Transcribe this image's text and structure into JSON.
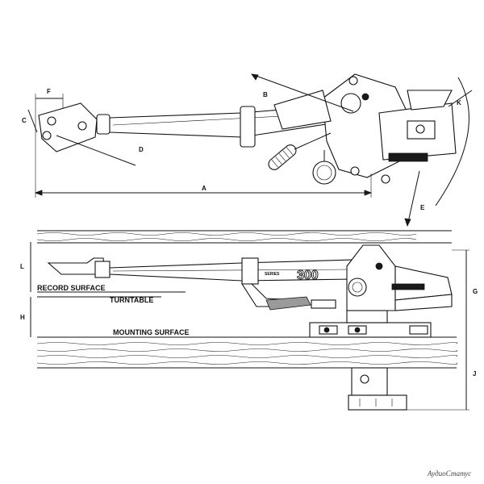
{
  "top_view": {
    "dimension_labels": [
      "A",
      "B",
      "C",
      "D",
      "E",
      "F",
      "K"
    ]
  },
  "side_view": {
    "dimension_labels": [
      "G",
      "H",
      "J",
      "L"
    ],
    "arm_marking": "300",
    "arm_small_text": "SERIES",
    "record_surface": "RECORD SURFACE",
    "turntable": "TURNTABLE",
    "mounting_surface": "MOUNTING SURFACE"
  },
  "watermark": "АудиоСтатус"
}
